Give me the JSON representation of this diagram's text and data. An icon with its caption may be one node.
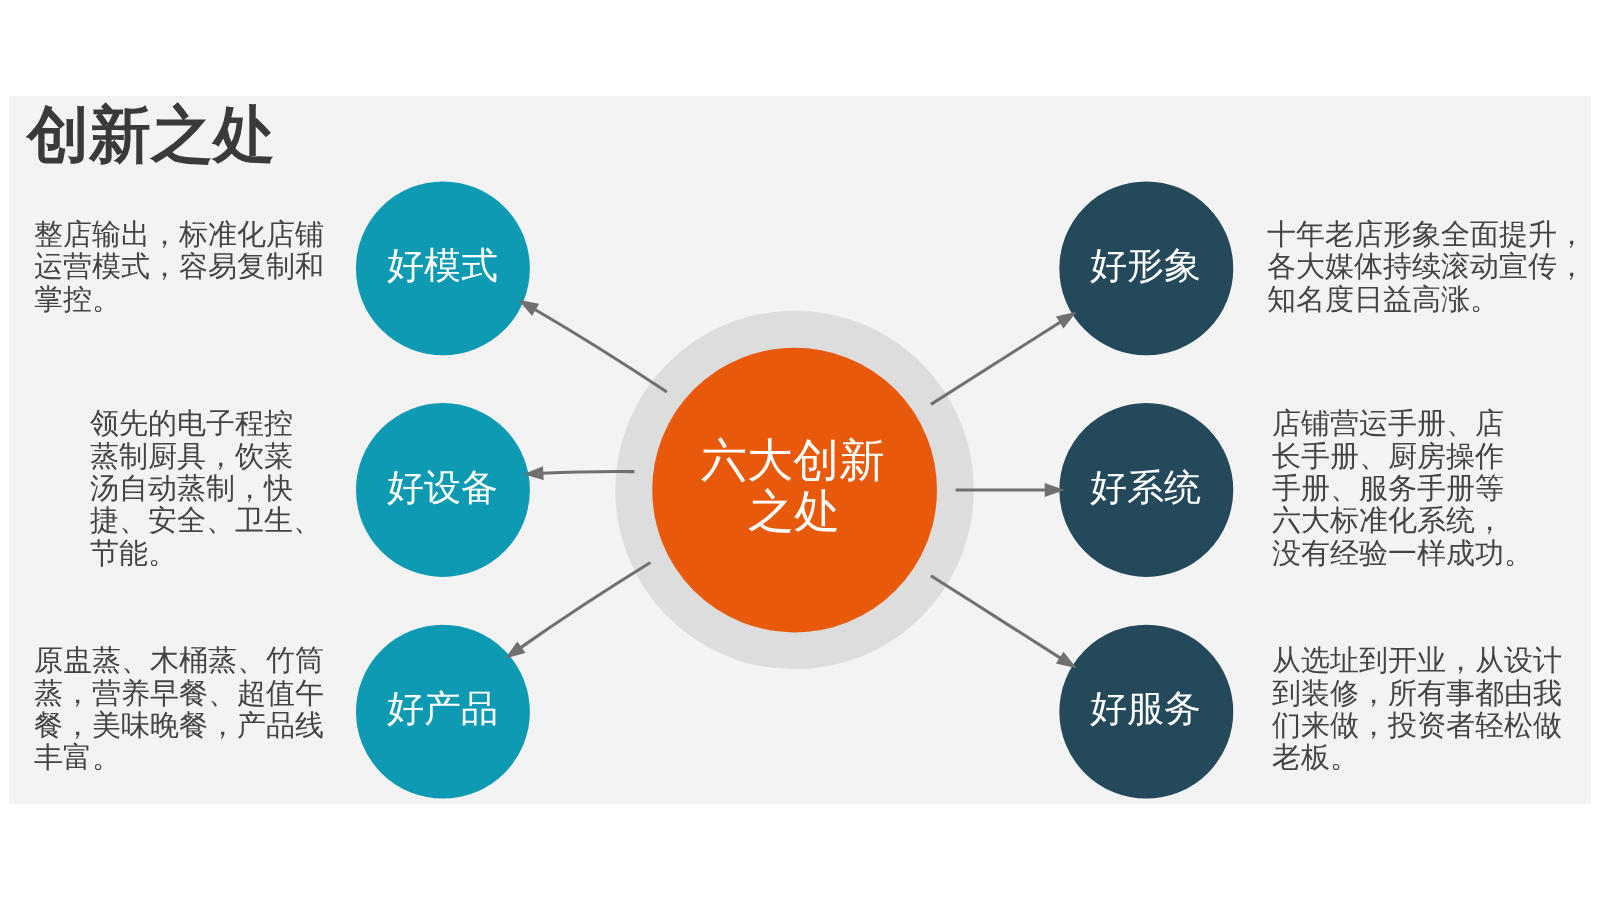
{
  "diagram": {
    "title": "创新之处",
    "nodes": [
      {
        "text": [
          "六大创新之处"
        ]
      },
      {
        "text": [
          "好模式"
        ],
        "beside": [
          "整店输出，标准化店铺运营模式，容易复制和掌控。"
        ]
      },
      {
        "text": [
          "好设备"
        ],
        "beside": [
          "领先的电子程控蒸制厨具，饮菜汤自动蒸制，快捷、安全、卫生、节能。"
        ]
      },
      {
        "text": [
          "好产品"
        ],
        "beside": [
          "原盅蒸、木桶蒸、竹筒蒸，营养早餐、超值午餐，美味晚餐，产品线丰富。"
        ]
      },
      {
        "text": [
          "好形象"
        ],
        "beside": [
          "十年老店形象全面提升，各大媒体持续滚动宣传，知名度日益高涨。"
        ]
      },
      {
        "text": [
          "好系统"
        ],
        "beside": [
          "店铺营运手册、店长手册、厨房操作手册、服务手册等六大标准化系统，没有经验一样成功。"
        ]
      },
      {
        "text": [
          "好服务"
        ],
        "beside": [
          "从选址到开业，从设计到装修，所有事都由我们来做，投资者轻松做老板。"
        ]
      }
    ],
    "edges": [
      {
        "from": 0,
        "to": 1,
        "arrow": "to"
      },
      {
        "from": 0,
        "to": 2,
        "arrow": "to"
      },
      {
        "from": 0,
        "to": 3,
        "arrow": "to"
      },
      {
        "from": 0,
        "to": 4,
        "arrow": "to"
      },
      {
        "from": 0,
        "to": 5,
        "arrow": "to"
      },
      {
        "from": 0,
        "to": 6,
        "arrow": "to"
      }
    ]
  }
}
